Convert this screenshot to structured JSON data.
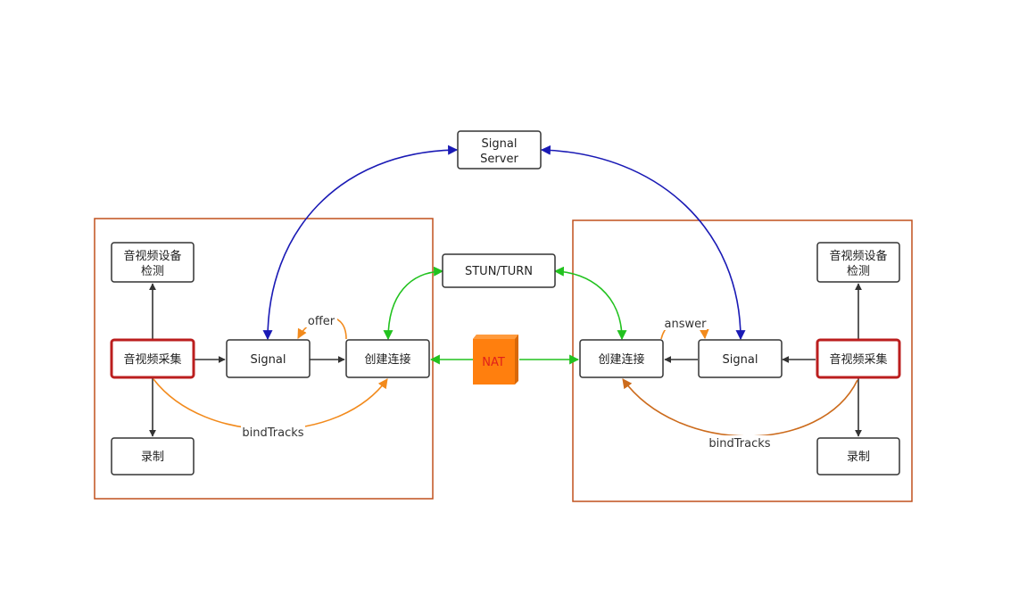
{
  "colors": {
    "box_stroke": "#333333",
    "highlight_stroke": "#bb1e1e",
    "region_stroke": "#c0501d",
    "signal_arrow": "#1a1ab5",
    "stun_arrow": "#22c21f",
    "offer_arrow": "#f28a1c",
    "bind_left": "#f28a1c",
    "bind_right": "#cc6b1c",
    "nat_fill": "#ff7f0e",
    "nat_text": "#e0201a",
    "flow_arrow": "#333333"
  },
  "nodes": {
    "signal_server": {
      "line1": "Signal",
      "line2": "Server"
    },
    "stun_turn": {
      "label": "STUN/TURN"
    },
    "nat": {
      "label": "NAT"
    },
    "left": {
      "device_detect": {
        "line1": "音视频设备",
        "line2": "检测"
      },
      "capture": {
        "label": "音视频采集"
      },
      "signal": {
        "label": "Signal"
      },
      "connect": {
        "label": "创建连接"
      },
      "record": {
        "label": "录制"
      }
    },
    "right": {
      "device_detect": {
        "line1": "音视频设备",
        "line2": "检测"
      },
      "capture": {
        "label": "音视频采集"
      },
      "signal": {
        "label": "Signal"
      },
      "connect": {
        "label": "创建连接"
      },
      "record": {
        "label": "录制"
      }
    }
  },
  "edge_labels": {
    "offer": "offer",
    "answer": "answer",
    "bind_left": "bindTracks",
    "bind_right": "bindTracks"
  }
}
